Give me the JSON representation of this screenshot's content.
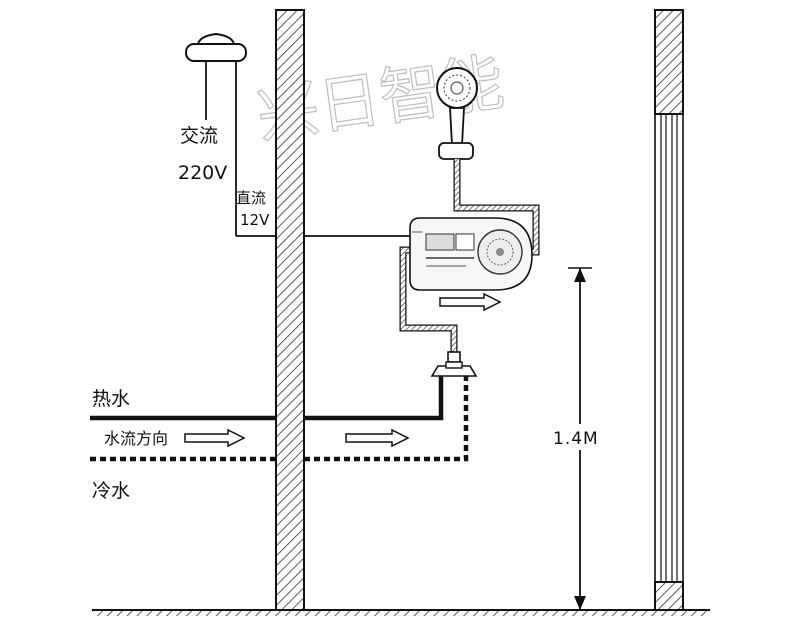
{
  "watermark": "兴日智能",
  "labels": {
    "ac": "交流",
    "ac_voltage": "220V",
    "dc": "直流",
    "dc_voltage": "12V",
    "hot_water": "热水",
    "flow_direction": "水流方向",
    "cold_water": "冷水",
    "height": "1.4M"
  },
  "colors": {
    "line": "#111111",
    "hatch": "#333333",
    "device": "#f6f6f6"
  },
  "icons": [
    "shower-head-icon",
    "water-heater-icon",
    "power-adapter-icon",
    "mixing-valve-icon",
    "flow-arrow-icon"
  ]
}
